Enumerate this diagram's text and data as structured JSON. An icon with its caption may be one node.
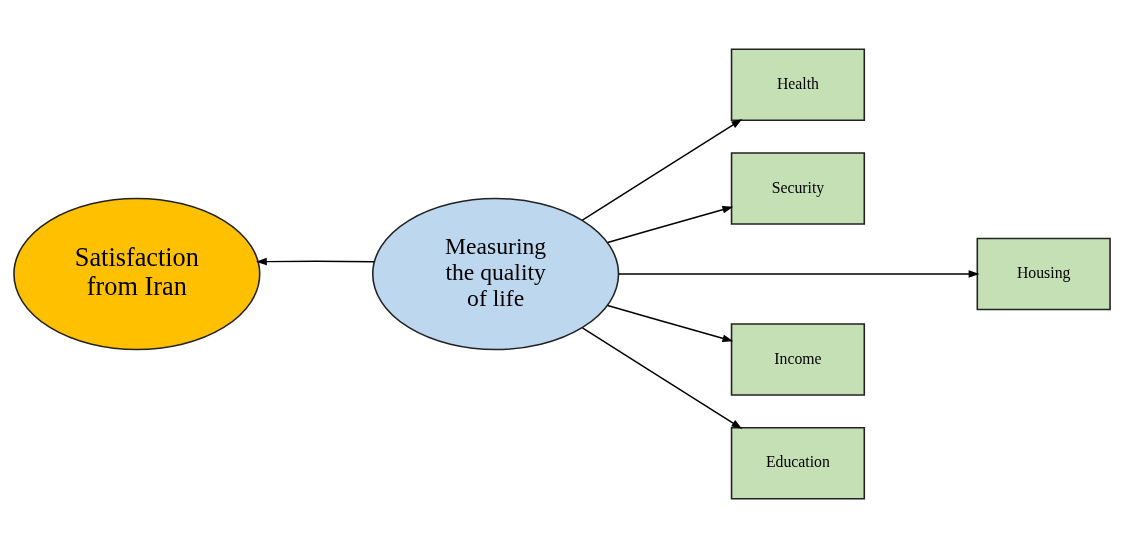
{
  "diagram": {
    "nodes": [
      {
        "text": [
          "Satisfaction from Iran"
        ]
      },
      {
        "text": [
          "Measuring the quality of life"
        ]
      },
      {
        "text": [
          "Health"
        ]
      },
      {
        "text": [
          "Security"
        ]
      },
      {
        "text": [
          "Housing"
        ]
      },
      {
        "text": [
          "Income"
        ]
      },
      {
        "text": [
          "Education"
        ]
      }
    ],
    "edges": [
      {
        "from": 1,
        "to": 0,
        "arrow": "to"
      },
      {
        "from": 1,
        "to": 2,
        "arrow": "to"
      },
      {
        "from": 1,
        "to": 3,
        "arrow": "to"
      },
      {
        "from": 1,
        "to": 4,
        "arrow": "to"
      },
      {
        "from": 1,
        "to": 5,
        "arrow": "to"
      },
      {
        "from": 1,
        "to": 6,
        "arrow": "to"
      }
    ]
  }
}
